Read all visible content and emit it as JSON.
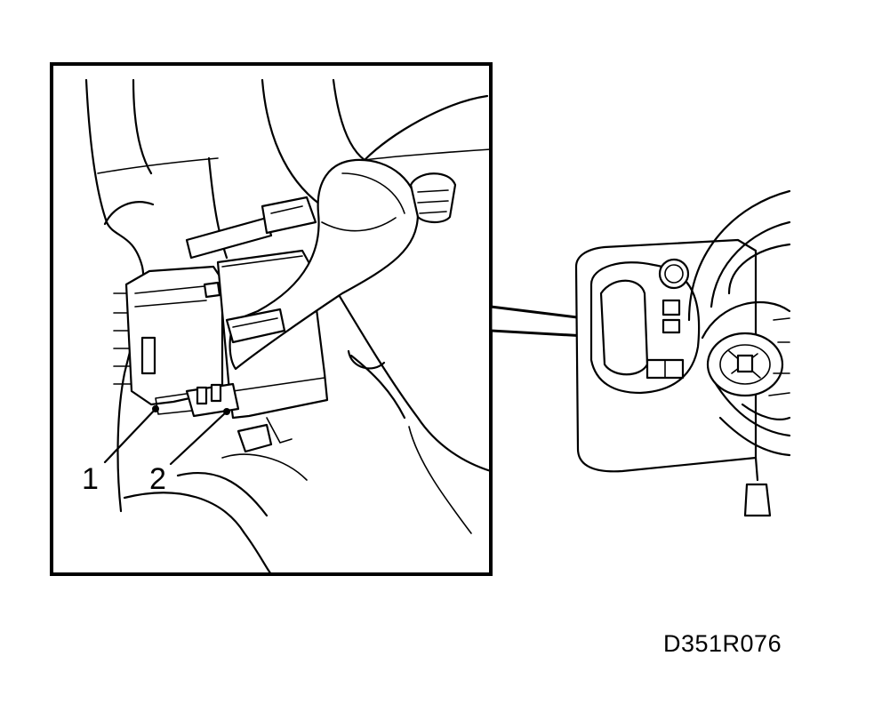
{
  "callouts": [
    {
      "label": "1"
    },
    {
      "label": "2"
    }
  ],
  "figure_code": "D351R076",
  "colors": {
    "ink": "#000000",
    "paper": "#ffffff"
  }
}
